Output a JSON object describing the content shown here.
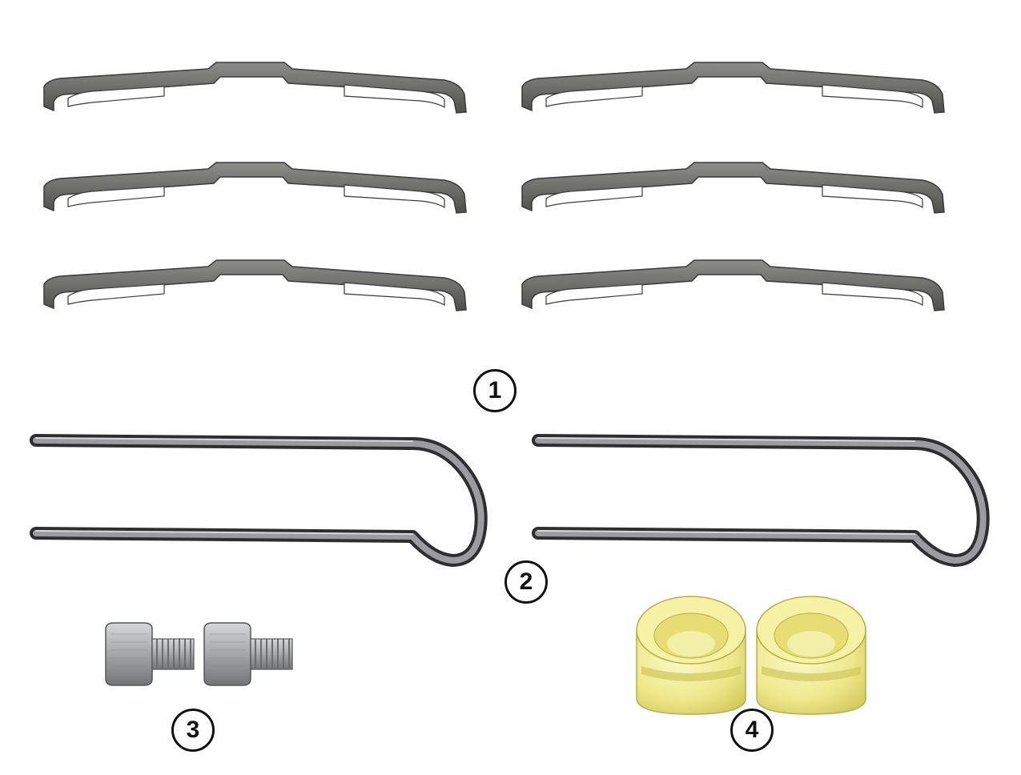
{
  "callouts": [
    {
      "label": "1"
    },
    {
      "label": "2"
    },
    {
      "label": "3"
    },
    {
      "label": "4"
    }
  ],
  "parts": {
    "clips": {
      "count": 6,
      "color": "#6e6e6b"
    },
    "pins": {
      "count": 2,
      "color": "#7c7c80"
    },
    "bolts": {
      "count": 2,
      "color": "#a9aaad"
    },
    "bushings": {
      "count": 2,
      "color": "#f2ec8e"
    }
  }
}
